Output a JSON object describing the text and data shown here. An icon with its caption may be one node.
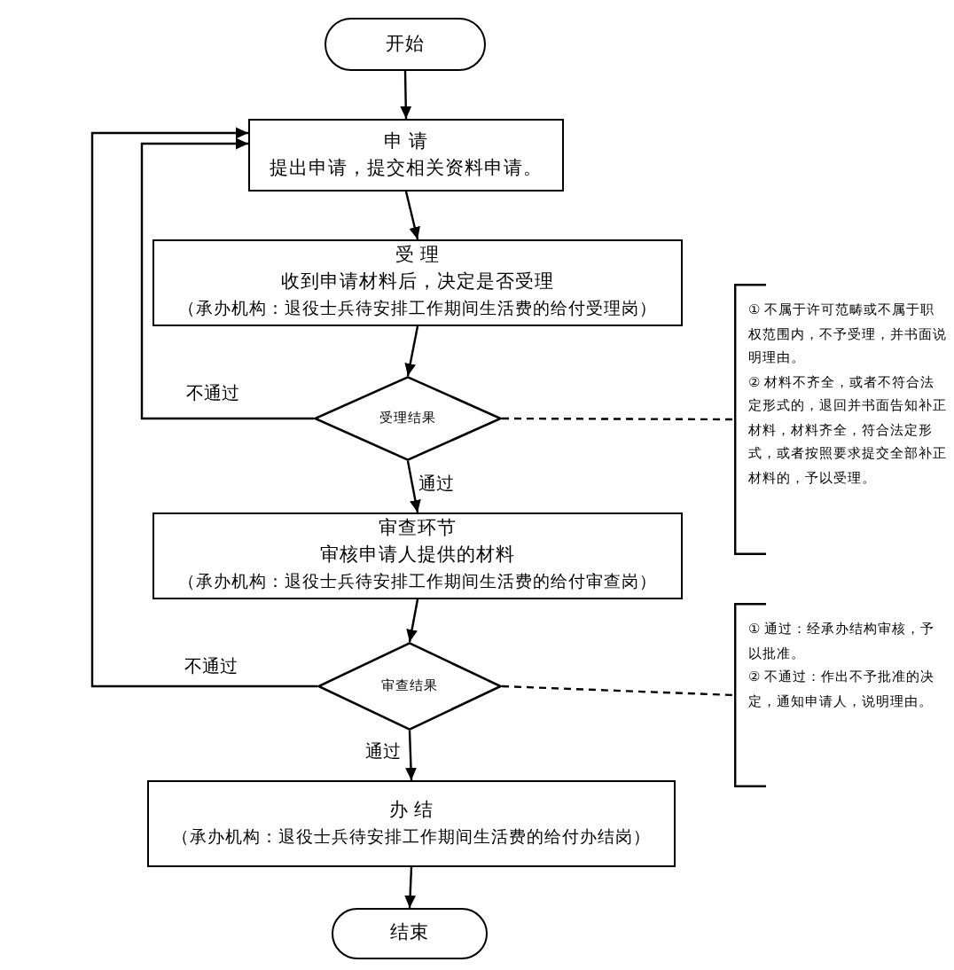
{
  "diagram": {
    "nodes": [
      {
        "text": [
          "开始"
        ]
      },
      {
        "text": [
          "申 请",
          "提出申请，提交相关资料申请。"
        ]
      },
      {
        "text": [
          "受 理",
          "收到申请材料后，决定是否受理",
          "（承办机构：退役士兵待安排工作期间生活费的给付受理岗）"
        ]
      },
      {
        "text": [
          "受理结果"
        ]
      },
      {
        "text": [
          "审查环节",
          "审核申请人提供的材料",
          "（承办机构：退役士兵待安排工作期间生活费的给付审查岗）"
        ]
      },
      {
        "text": [
          "审查结果"
        ]
      },
      {
        "text": [
          "办 结",
          "（承办机构：退役士兵待安排工作期间生活费的给付办结岗）"
        ]
      },
      {
        "text": [
          "结束"
        ]
      },
      {
        "text": [
          "① 不属于许可范畴或不属于职权范围内，不予受理，并书面说明理由。",
          "② 材料不齐全，或者不符合法定形式的，退回并书面告知补正材料，材料齐全，符合法定形式，或者按照要求提交全部补正材料的，予以受理。"
        ]
      },
      {
        "text": [
          "① 通过：经承办结构审核，予以批准。",
          "② 不通过：作出不予批准的决定，通知申请人，说明理由。"
        ]
      }
    ],
    "edges": [
      {
        "from": 0,
        "to": 1,
        "arrow": "to"
      },
      {
        "from": 1,
        "to": 2,
        "arrow": "to"
      },
      {
        "from": 2,
        "to": 3,
        "arrow": "to"
      },
      {
        "from": 3,
        "to": 4,
        "arrow": "to",
        "label": "通过"
      },
      {
        "from": 3,
        "to": 1,
        "arrow": "to",
        "label": "不通过"
      },
      {
        "from": 4,
        "to": 5,
        "arrow": "to"
      },
      {
        "from": 5,
        "to": 6,
        "arrow": "to",
        "label": "通过"
      },
      {
        "from": 5,
        "to": 1,
        "arrow": "to",
        "label": "不通过"
      },
      {
        "from": 6,
        "to": 7,
        "arrow": "to"
      },
      {
        "from": 3,
        "to": 8,
        "arrow": "none",
        "style": "dashed"
      },
      {
        "from": 5,
        "to": 9,
        "arrow": "none",
        "style": "dashed"
      }
    ]
  }
}
